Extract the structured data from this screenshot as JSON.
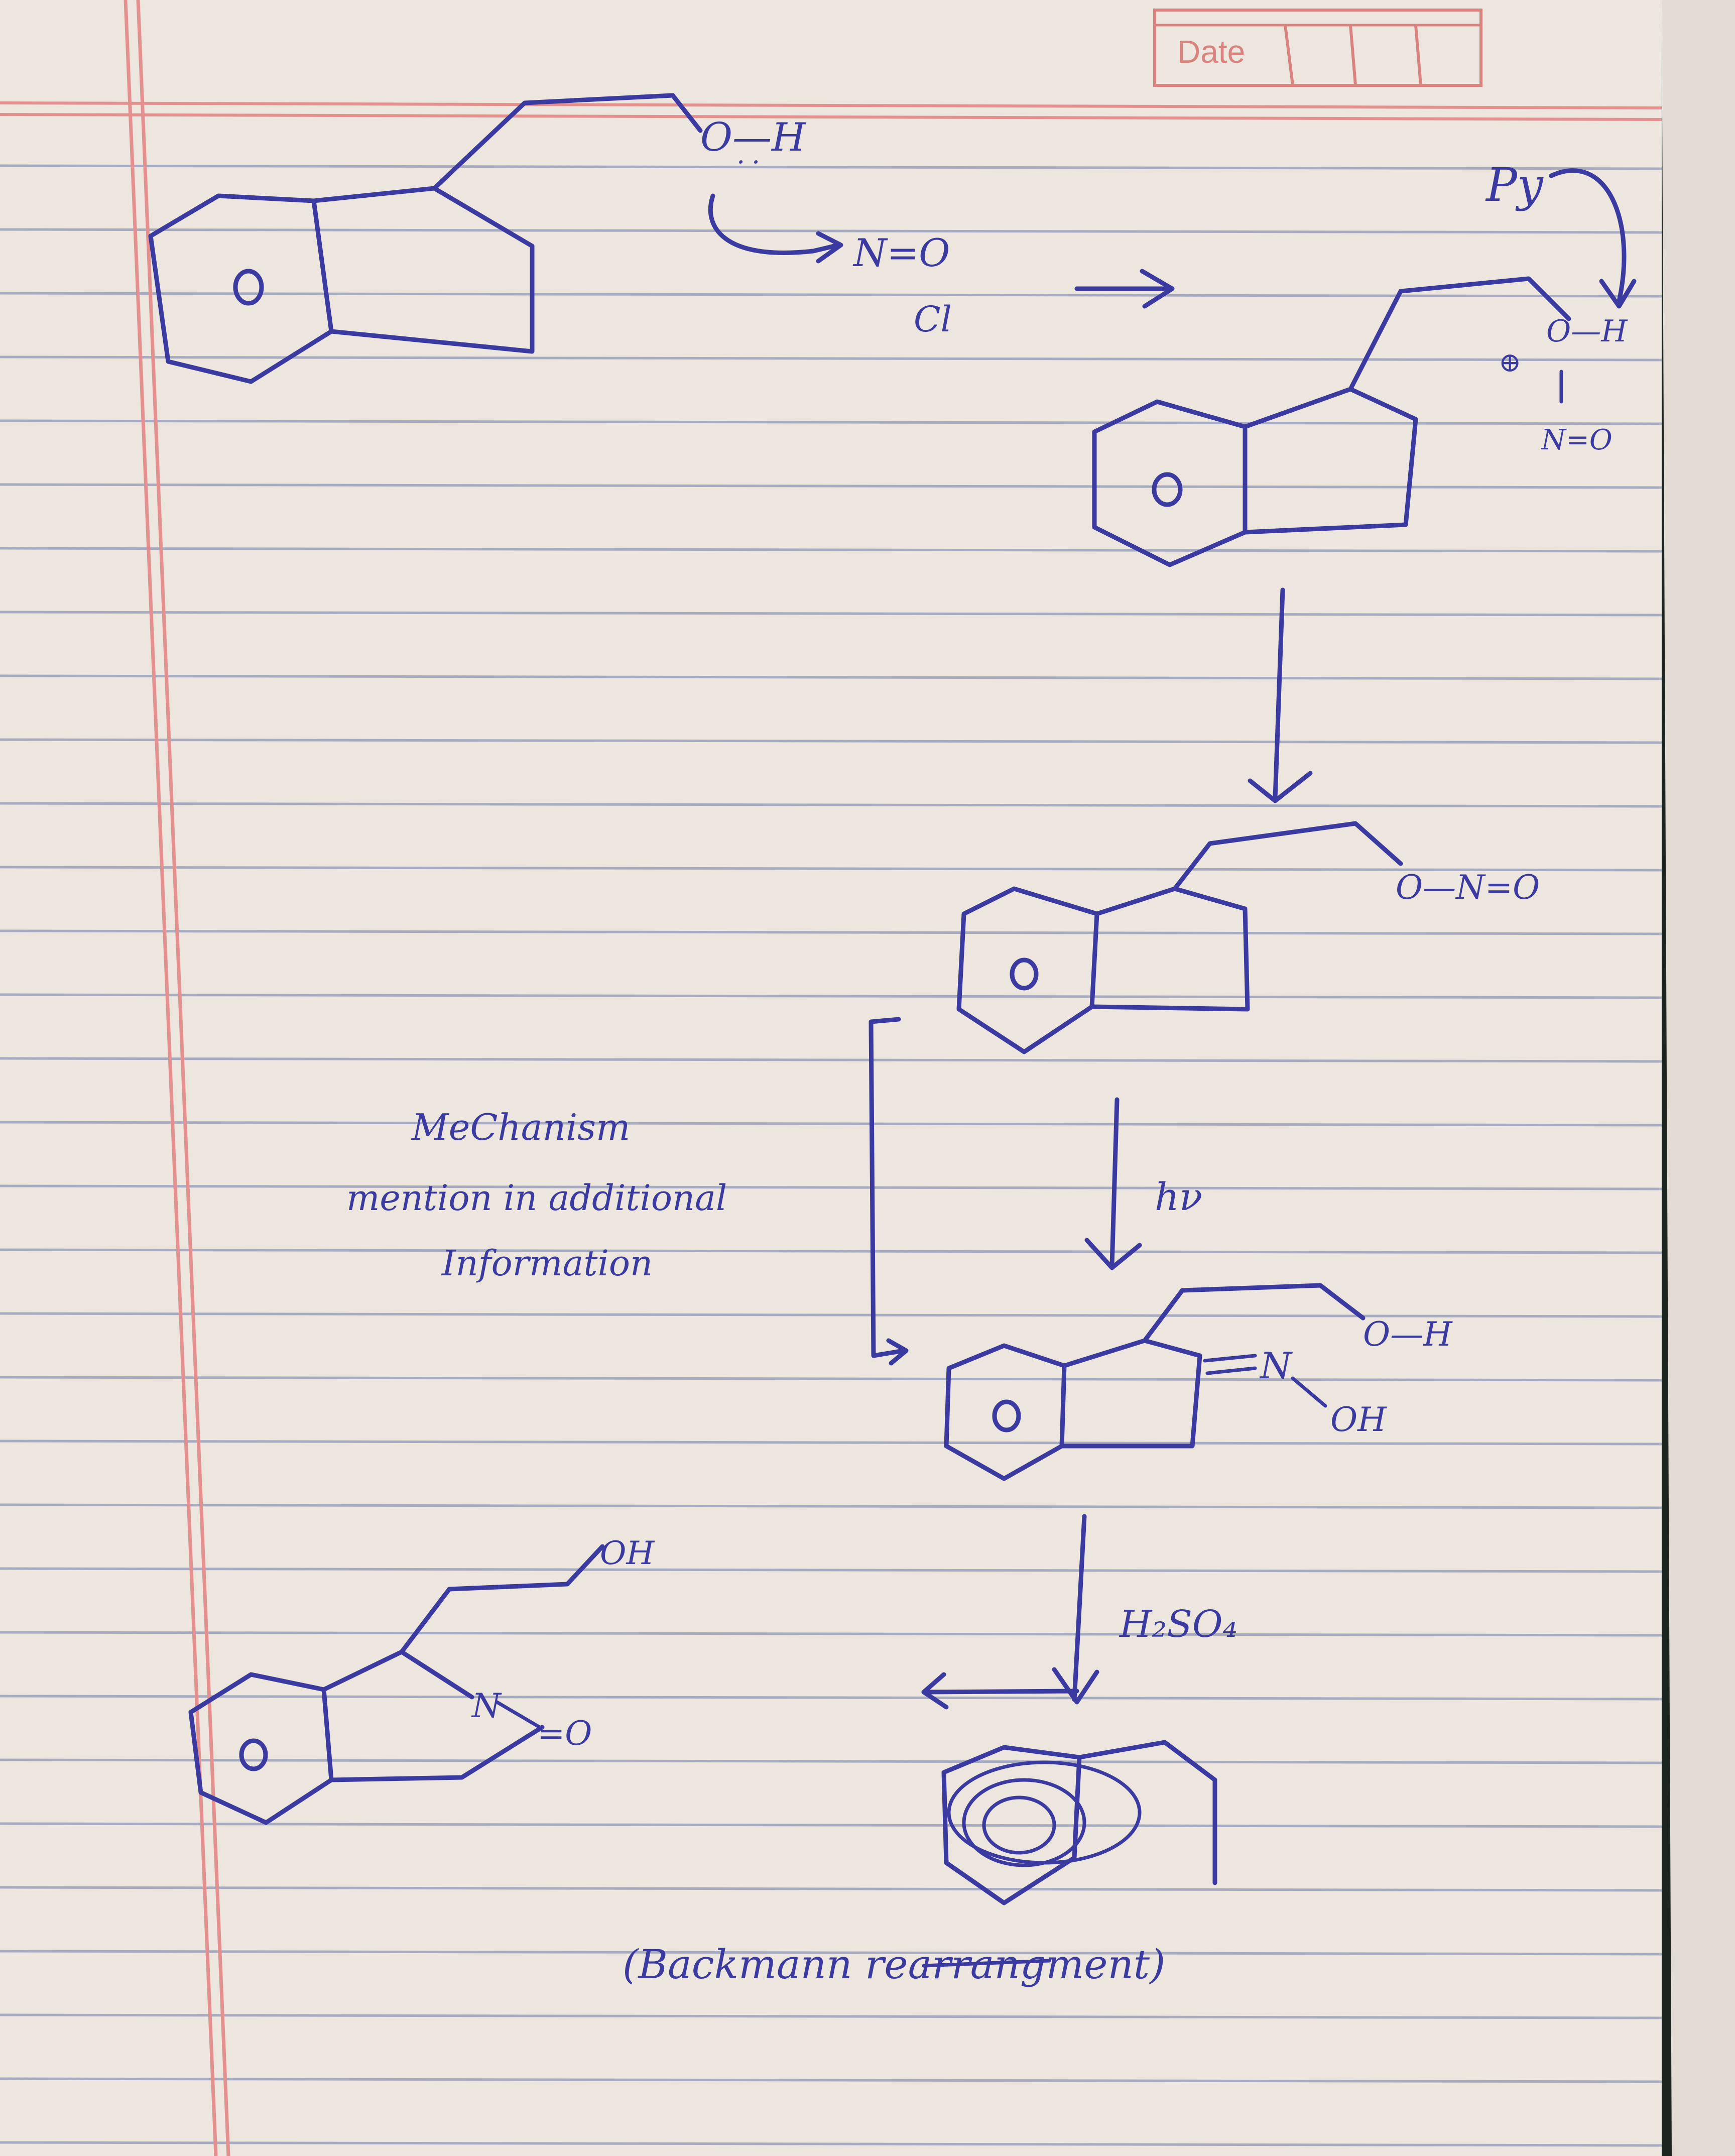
{
  "header": {
    "date_label": "Date"
  },
  "colors": {
    "paper": "#ece6de",
    "ink": "#3b3aa0",
    "rule_line": "#a7abc2",
    "margin_line": "#e4908e",
    "date_box": "#d9837f"
  },
  "reaction": {
    "start_labels": {
      "hydroxyl": "O—H",
      "benzene_ring": "O"
    },
    "reagent_1": {
      "nitroso": "N=O",
      "chloride": "Cl",
      "base": "Py"
    },
    "intermediate_1": {
      "charge": "⊕",
      "oxygen_h": "O—H",
      "nitroso": "N=O",
      "benzene_ring": "O"
    },
    "intermediate_2": {
      "ester": "O—N=O",
      "benzene_ring": "O"
    },
    "step_photolysis": "hν",
    "note": {
      "line1": "MeChanism",
      "line2": "mention in additional",
      "line3": "Information"
    },
    "intermediate_3": {
      "hydroxyl": "O—H",
      "oxime_n": "N",
      "oxime_oh": "OH",
      "benzene_ring": "O"
    },
    "step_acid": "H₂SO₄",
    "product": {
      "hydroxyl": "OH",
      "nitrogen": "N",
      "carbonyl": "=O",
      "benzene_ring": "O"
    },
    "rearrangement_caption": "(Backmann rearrangment)"
  }
}
